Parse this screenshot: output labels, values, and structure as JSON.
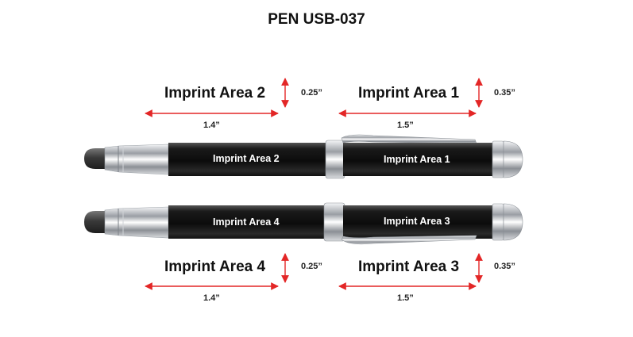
{
  "title": "PEN USB-037",
  "colors": {
    "arrow": "#e32626",
    "barrel": "#1c1c1c",
    "chrome": "#c9ccd1",
    "text": "#111111"
  },
  "top_pen": {
    "headings": [
      {
        "label": "Imprint Area 2",
        "width": "1.4”",
        "height": "0.25”"
      },
      {
        "label": "Imprint Area 1",
        "width": "1.5”",
        "height": "0.35”"
      }
    ],
    "barrel_labels": [
      "Imprint Area 2",
      "Imprint Area 1"
    ]
  },
  "bottom_pen": {
    "headings": [
      {
        "label": "Imprint Area 4",
        "width": "1.4”",
        "height": "0.25”"
      },
      {
        "label": "Imprint Area 3",
        "width": "1.5”",
        "height": "0.35”"
      }
    ],
    "barrel_labels": [
      "Imprint Area 4",
      "Imprint Area 3"
    ]
  }
}
